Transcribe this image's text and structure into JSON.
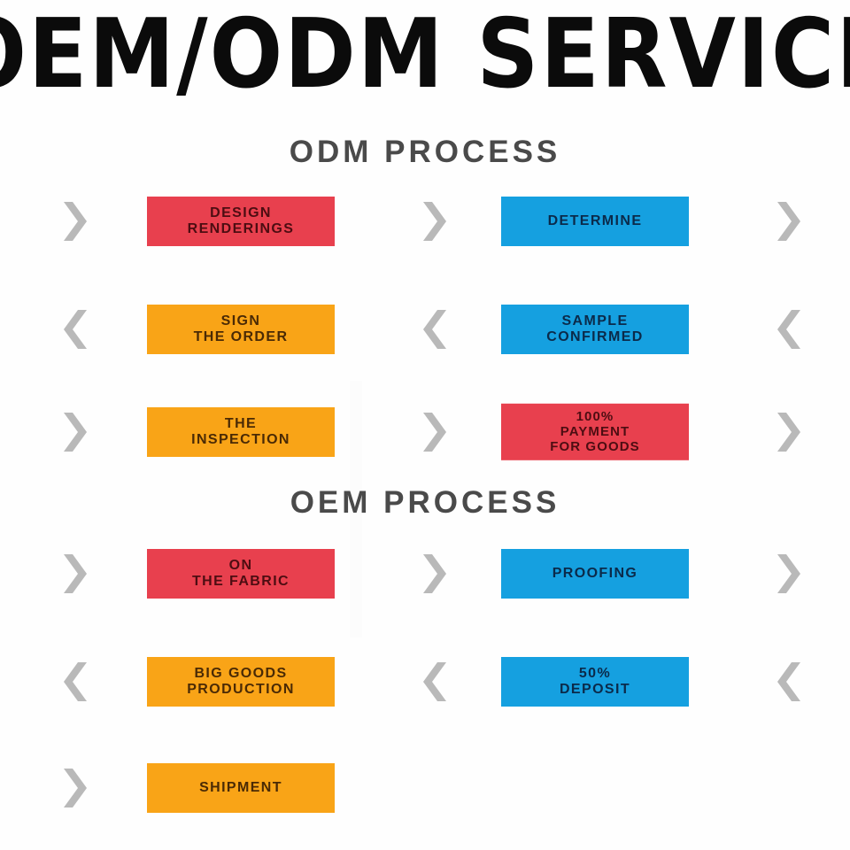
{
  "banner": {
    "title": "OEM/ODM SERVICE",
    "visible_text": "EM/ODM SERVIC"
  },
  "colors": {
    "red": "#e8404e",
    "blue": "#15a0e0",
    "orange": "#f9a417",
    "arrow_gray": "#b9b9b9",
    "heading_gray": "#4a4a4a",
    "background": "#ffffff"
  },
  "sections": [
    {
      "id": "odm",
      "heading": "ODM PROCESS",
      "rows": [
        {
          "direction": "right",
          "left_arrow": "chevron-right",
          "mid_arrow": "chevron-right",
          "right_arrow": "chevron-right",
          "left_box": {
            "color": "red",
            "lines": [
              "DESIGN",
              "RENDERINGS"
            ]
          },
          "right_box": {
            "color": "blue",
            "lines": [
              "DETERMINE"
            ]
          }
        },
        {
          "direction": "left",
          "left_arrow": "chevron-left",
          "mid_arrow": "chevron-left",
          "right_arrow": "chevron-left",
          "left_box": {
            "color": "orange",
            "lines": [
              "SIGN",
              "THE ORDER"
            ]
          },
          "right_box": {
            "color": "blue",
            "lines": [
              "SAMPLE",
              "CONFIRMED"
            ]
          }
        },
        {
          "direction": "right",
          "left_arrow": "chevron-right",
          "mid_arrow": "chevron-right",
          "right_arrow": "chevron-right",
          "left_box": {
            "color": "orange",
            "lines": [
              "THE",
              "INSPECTION"
            ]
          },
          "right_box": {
            "color": "red",
            "lines": [
              "100%",
              "PAYMENT",
              "FOR GOODS"
            ]
          }
        }
      ]
    },
    {
      "id": "oem",
      "heading": "OEM PROCESS",
      "rows": [
        {
          "direction": "right",
          "left_arrow": "chevron-right",
          "mid_arrow": "chevron-right",
          "right_arrow": "chevron-right",
          "left_box": {
            "color": "red",
            "lines": [
              "ON",
              "THE FABRIC"
            ]
          },
          "right_box": {
            "color": "blue",
            "lines": [
              "PROOFING"
            ]
          }
        },
        {
          "direction": "left",
          "left_arrow": "chevron-left",
          "mid_arrow": "chevron-left",
          "right_arrow": "chevron-left",
          "left_box": {
            "color": "orange",
            "lines": [
              "BIG GOODS",
              "PRODUCTION"
            ]
          },
          "right_box": {
            "color": "blue",
            "lines": [
              "50%",
              "DEPOSIT"
            ]
          }
        },
        {
          "direction": "right",
          "left_arrow": "chevron-right",
          "mid_arrow": null,
          "right_arrow": null,
          "left_box": {
            "color": "orange",
            "lines": [
              "SHIPMENT"
            ]
          },
          "right_box": null
        }
      ]
    }
  ]
}
